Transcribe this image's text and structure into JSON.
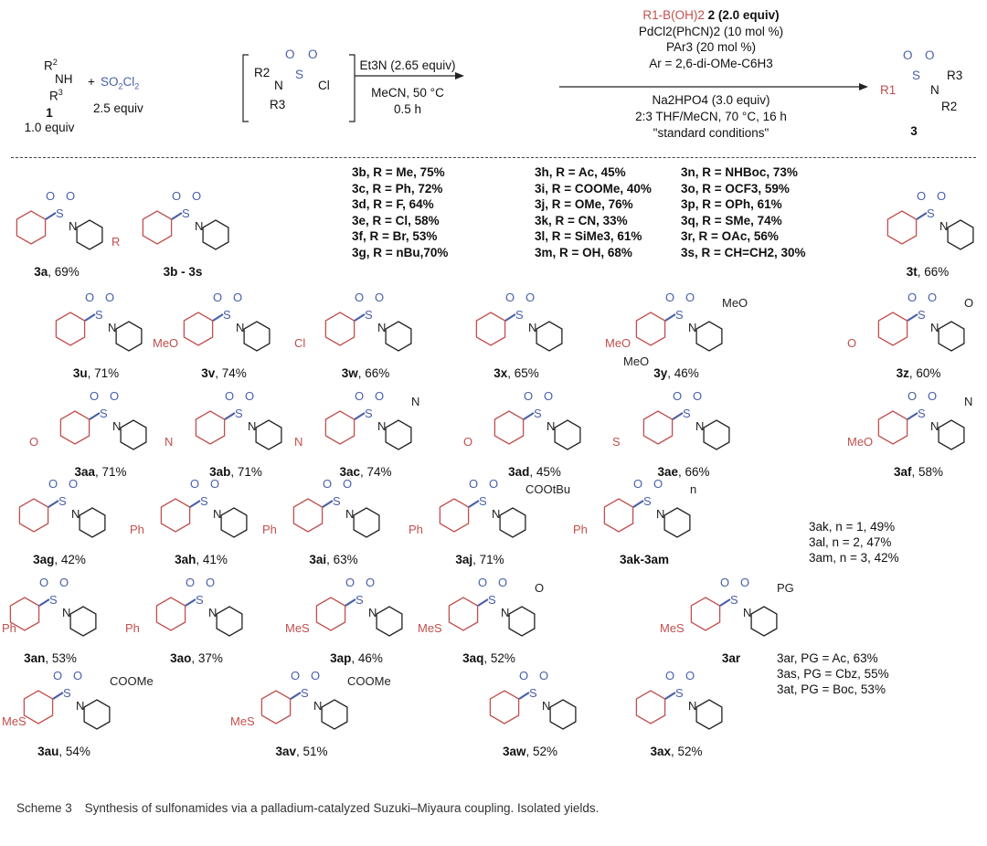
{
  "scheme": {
    "amine": {
      "r2": "R",
      "r2sup": "2",
      "nh": "NH",
      "r3": "R",
      "r3sup": "3",
      "number": "1",
      "equiv": "1.0 equiv"
    },
    "plus": "+",
    "reagent": {
      "text": "SO",
      "sub1": "2",
      "text2": "Cl",
      "sub2": "2",
      "equiv": "2.5 equiv"
    },
    "step1": {
      "above": "Et3N (2.65 equiv)",
      "below1": "MeCN, 50 °C",
      "below2": "0.5 h"
    },
    "intermediate": {
      "r2": "R2",
      "n": "N",
      "s": "S",
      "o": "O",
      "cl": "Cl",
      "r3": "R3"
    },
    "step2": {
      "above": [
        "R1-B(OH)2",
        "2 (2.0 equiv)",
        "PdCl2(PhCN)2 (10 mol %)",
        "PAr3 (20 mol %)",
        "Ar = 2,6-di-OMe-C6H3"
      ],
      "below": [
        "Na2HPO4 (3.0 equiv)",
        "2:3 THF/MeCN, 70 °C, 16 h",
        "\"standard conditions\""
      ]
    },
    "product": {
      "r1": "R1",
      "s": "S",
      "n": "N",
      "r2": "R2",
      "r3": "R3",
      "o": "O",
      "number": "3"
    }
  },
  "r_table": [
    [
      "3b, R = Me, 75%",
      "3c, R = Ph, 72%",
      "3d, R = F, 64%",
      "3e, R = Cl, 58%",
      "3f, R = Br, 53%",
      "3g, R = nBu,70%"
    ],
    [
      "3h, R = Ac, 45%",
      "3i, R = COOMe, 40%",
      "3j, R = OMe, 76%",
      "3k, R = CN, 33%",
      "3l, R = SiMe3, 61%",
      "3m, R = OH, 68%"
    ],
    [
      "3n, R = NHBoc, 73%",
      "3o, R = OCF3, 59%",
      "3p, R = OPh, 61%",
      "3q, R = SMe, 74%",
      "3r, R = OAc, 56%",
      "3s, R = CH=CH2, 30%"
    ]
  ],
  "compounds": [
    {
      "id": "3a",
      "yield": "69%",
      "subs": []
    },
    {
      "id": "3b - 3s",
      "yield": "",
      "subs": [
        "R"
      ]
    },
    {
      "id": "3t",
      "yield": "66%",
      "subs": []
    },
    {
      "id": "3u",
      "yield": "71%",
      "subs": []
    },
    {
      "id": "3v",
      "yield": "74%",
      "subs": [
        "MeO"
      ]
    },
    {
      "id": "3w",
      "yield": "66%",
      "subs": [
        "Cl"
      ]
    },
    {
      "id": "3x",
      "yield": "65%",
      "subs": []
    },
    {
      "id": "3y",
      "yield": "46%",
      "subs": [
        "MeO",
        "MeO",
        "MeO"
      ]
    },
    {
      "id": "3z",
      "yield": "60%",
      "subs": [
        "O",
        "O"
      ]
    },
    {
      "id": "3aa",
      "yield": "71%",
      "subs": [
        "O"
      ]
    },
    {
      "id": "3ab",
      "yield": "71%",
      "subs": [
        "N"
      ]
    },
    {
      "id": "3ac",
      "yield": "74%",
      "subs": [
        "N",
        "N"
      ]
    },
    {
      "id": "3ad",
      "yield": "45%",
      "subs": [
        "O"
      ]
    },
    {
      "id": "3ae",
      "yield": "66%",
      "subs": [
        "S"
      ]
    },
    {
      "id": "3af",
      "yield": "58%",
      "subs": [
        "MeO",
        "N"
      ]
    },
    {
      "id": "3ag",
      "yield": "42%",
      "subs": []
    },
    {
      "id": "3ah",
      "yield": "41%",
      "subs": [
        "Ph"
      ]
    },
    {
      "id": "3ai",
      "yield": "63%",
      "subs": [
        "Ph"
      ]
    },
    {
      "id": "3aj",
      "yield": "71%",
      "subs": [
        "Ph",
        "COOtBu"
      ]
    },
    {
      "id": "3ak-3am",
      "yield": "",
      "subs": [
        "Ph",
        "n"
      ]
    },
    {
      "id": "3an",
      "yield": "53%",
      "subs": [
        "Ph"
      ]
    },
    {
      "id": "3ao",
      "yield": "37%",
      "subs": [
        "Ph"
      ]
    },
    {
      "id": "3ap",
      "yield": "46%",
      "subs": [
        "MeS"
      ]
    },
    {
      "id": "3aq",
      "yield": "52%",
      "subs": [
        "MeS",
        "O"
      ]
    },
    {
      "id": "3ar",
      "yield": "",
      "subs": [
        "MeS",
        "PG"
      ]
    },
    {
      "id": "3au",
      "yield": "54%",
      "subs": [
        "MeS",
        "COOMe"
      ]
    },
    {
      "id": "3av",
      "yield": "51%",
      "subs": [
        "MeS",
        "COOMe"
      ]
    },
    {
      "id": "3aw",
      "yield": "52%",
      "subs": []
    },
    {
      "id": "3ax",
      "yield": "52%",
      "subs": []
    }
  ],
  "ak_list": [
    "3ak, n = 1, 49%",
    "3al, n = 2, 47%",
    "3am, n = 3, 42%"
  ],
  "ar_list": [
    "3ar, PG = Ac, 63%",
    "3as, PG = Cbz, 55%",
    "3at, PG = Boc, 53%"
  ],
  "atom_labels": {
    "s": "S",
    "o": "O",
    "n": "N"
  },
  "caption": {
    "label": "Scheme 3",
    "text": "Synthesis of sulfonamides via a palladium-catalyzed Suzuki–Miyaura coupling. Isolated yields."
  },
  "colors": {
    "aryl": "#c0504d",
    "sulfonyl": "#4a5fa8",
    "amine": "#222222"
  }
}
